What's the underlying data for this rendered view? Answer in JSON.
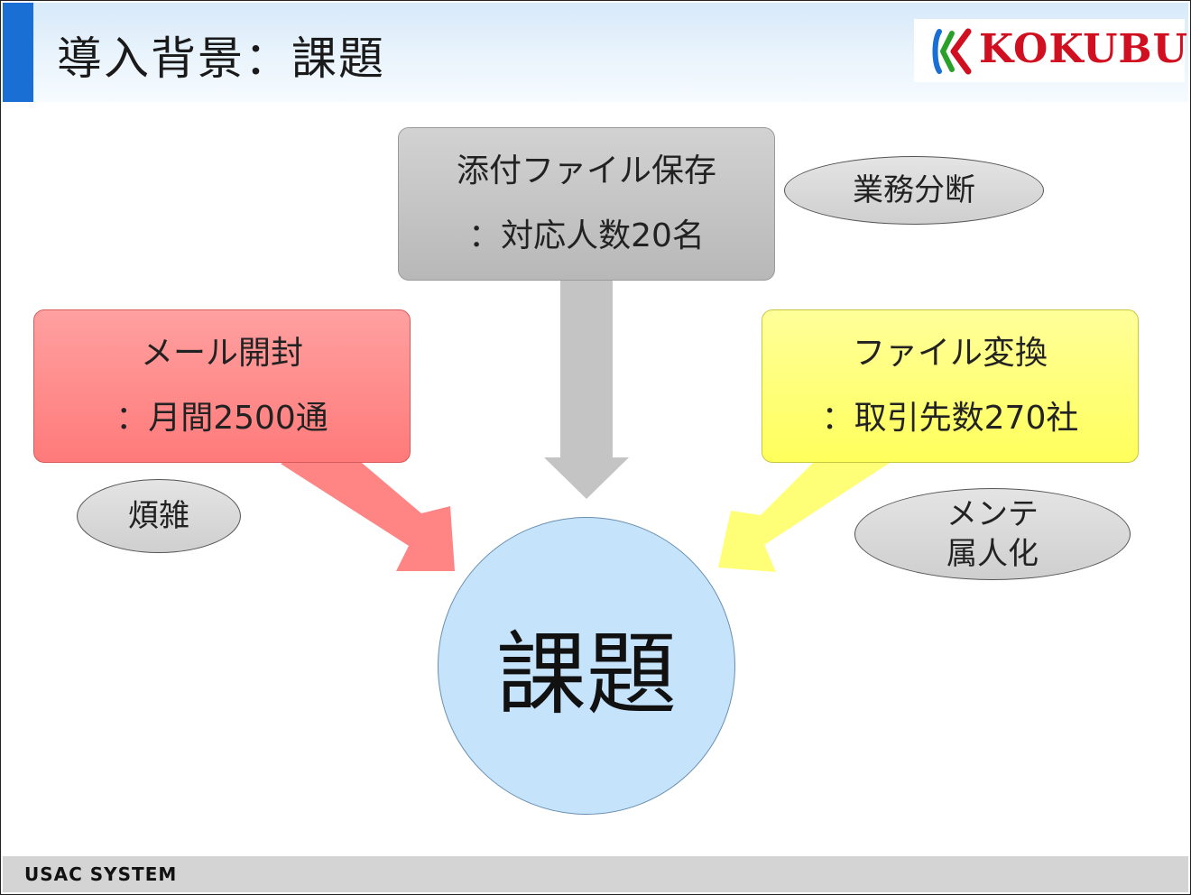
{
  "header": {
    "title": "導入背景：課題",
    "logo_text": "KOKUBU"
  },
  "diagram": {
    "boxes": {
      "top": {
        "line1": "添付ファイル保存",
        "line2": "：対応人数20名"
      },
      "left": {
        "line1": "メール開封",
        "line2": "：月間2500通"
      },
      "right": {
        "line1": "ファイル変換",
        "line2": "：取引先数270社"
      }
    },
    "ovals": {
      "top_right": {
        "line1": "業務分断"
      },
      "left": {
        "line1": "煩雑"
      },
      "right": {
        "line1": "メンテ",
        "line2": "属人化"
      }
    },
    "center": "課題"
  },
  "footer": {
    "company": "USAC SYSTEM"
  },
  "colors": {
    "accent": "#1a6fd4",
    "logo_red": "#d01020",
    "box_gray": "#c4c4c4",
    "box_red": "#ff8a8a",
    "box_yellow": "#ffff80",
    "circle_blue": "#c5e3fb"
  }
}
